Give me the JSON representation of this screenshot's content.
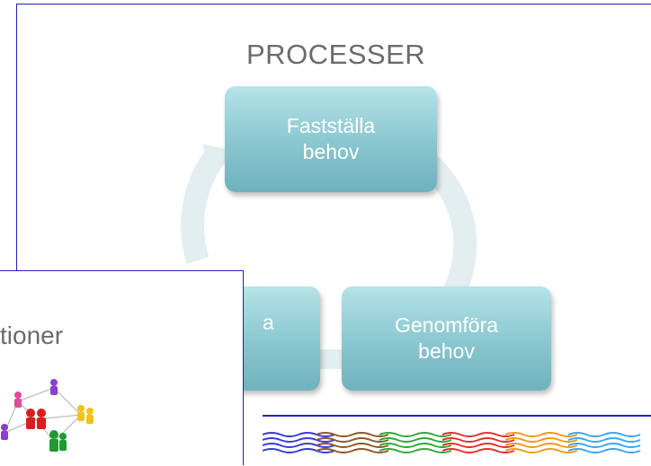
{
  "main_slide": {
    "title": "PROCESSER",
    "steps": [
      {
        "label": "Fastställa behov",
        "line1": "Fastställa",
        "line2": "behov"
      },
      {
        "label": "Genomföra behov",
        "line1": "Genomföra",
        "line2": "behov"
      },
      {
        "label": "a (partially hidden)",
        "visible_text": "a"
      }
    ]
  },
  "overlay_slide": {
    "title_partial": "tioner"
  },
  "colors": {
    "box_gradient_top": "#b6e3e8",
    "box_gradient_bottom": "#6fb1bc",
    "cycle_arrow": "#e3eef0",
    "slide_border": "#1f1fbf",
    "title_text": "#6b6b6b"
  },
  "icons": [
    "cycle-arrow-icon",
    "wave-lines-icon",
    "people-network-icon"
  ]
}
